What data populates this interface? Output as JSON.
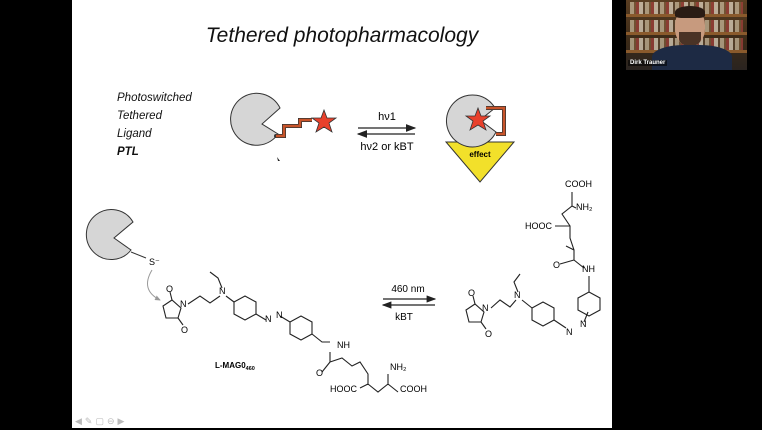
{
  "slide": {
    "title": "Tethered photopharmacology",
    "legend": [
      "Photoswitched",
      "Tethered",
      "Ligand",
      "PTL"
    ],
    "top_scheme": {
      "forward": "hν1",
      "reverse": "hν2 or kBT",
      "effect_label": "effect"
    },
    "bottom_scheme": {
      "forward": "460 nm",
      "reverse": "kBT",
      "compound_label": "L-MAG0",
      "compound_subscript": "460",
      "thiolate": "S⁻",
      "atoms": {
        "N": "N",
        "O": "O",
        "NH": "NH",
        "NH2": "NH₂",
        "COOH": "COOH",
        "HOOC": "HOOC"
      }
    },
    "colors": {
      "protein": "#d6d6d6",
      "star": "#e8412c",
      "linker": "#c8542a",
      "effect": "#f2e02a"
    }
  },
  "webcam": {
    "participant_name": "Dirk Trauner"
  },
  "presentation_controls": [
    "prev-icon",
    "pen-icon",
    "slides-icon",
    "zoom-icon",
    "next-icon"
  ]
}
